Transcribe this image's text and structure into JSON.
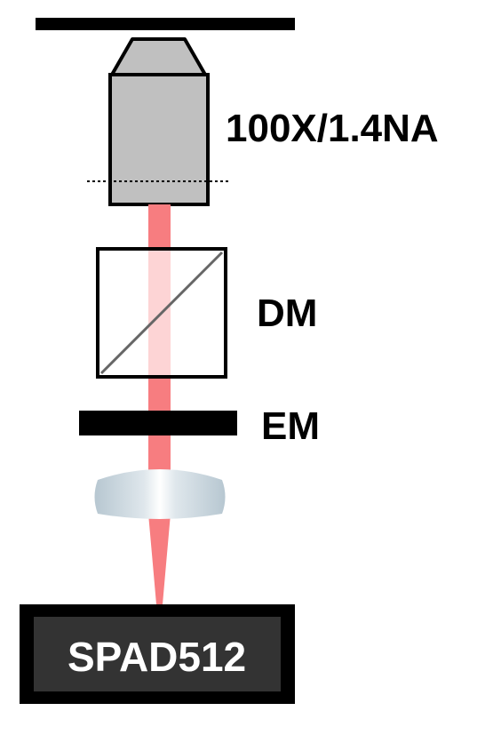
{
  "labels": {
    "objective": "100X/1.4NA",
    "dichroic": "DM",
    "emission_filter": "EM",
    "detector": "SPAD512"
  },
  "colors": {
    "beam": "#f77d80",
    "beam_light": "#fdd4d5",
    "objective_body": "#c0c0c0",
    "detector_inner": "#333333",
    "lens_edge": "#b9c9d3",
    "lens_center": "#ffffff"
  }
}
